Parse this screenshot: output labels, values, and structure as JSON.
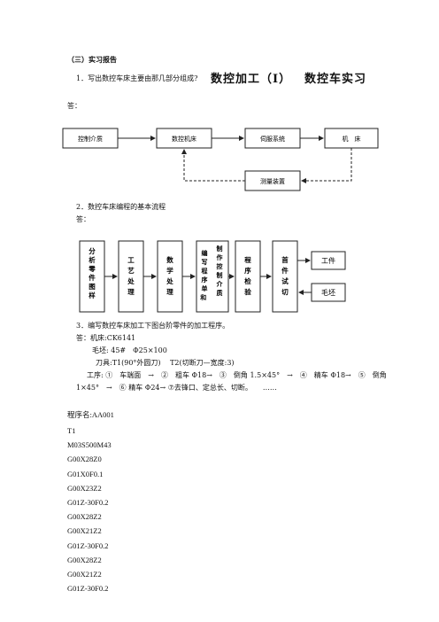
{
  "report": {
    "section_title": "（三）实习报告",
    "q1": "1．写出数控车床主要由那几部分组成?",
    "header_big1": "数控加工（Ⅰ）",
    "header_big2": "数控车实习",
    "ans1": "答：",
    "q2": "2．数控车床编程的基本流程",
    "ans2": "答：",
    "q3": "3．编写数控车床加工下图台阶零件的加工程序。",
    "machine": "答：机床:CK6141",
    "blank": "毛坯: 45#　Φ25×100",
    "tools": "刀具:T1(90°外圆刀)　 T2(切断刀—宽度:3)",
    "step_line1": "工序: ①　车端面　→　②　粗车 Φ18→　③　倒角 1.5×45°　→　④　精车 Φ18→　⑤　倒角",
    "step_line2": "1×45°　→　⑥ 精车 Φ24→ ⑦去锋口、定总长、切断。　　……",
    "program_name": "程序名:AA001",
    "code": [
      "T1",
      "M03S500M43",
      "G00X28Z0",
      "G01X0F0.1",
      "G00X23Z2",
      "G01Z-30F0.2",
      "G00X28Z2",
      "G00X21Z2",
      "G01Z-30F0.2",
      "G00X28Z2",
      "G00X21Z2",
      "G01Z-30F0.2"
    ]
  },
  "diagram1": {
    "boxes": [
      "控制介质",
      "数控机床",
      "伺服系统",
      "机　床",
      "测量装置"
    ]
  },
  "diagram2": {
    "boxes": [
      "分析零件图样",
      "工艺处理",
      "数学处理",
      "编写程序单和",
      "制作控制介质",
      "程序检验",
      "首件试切",
      "工件",
      "毛坯"
    ]
  }
}
